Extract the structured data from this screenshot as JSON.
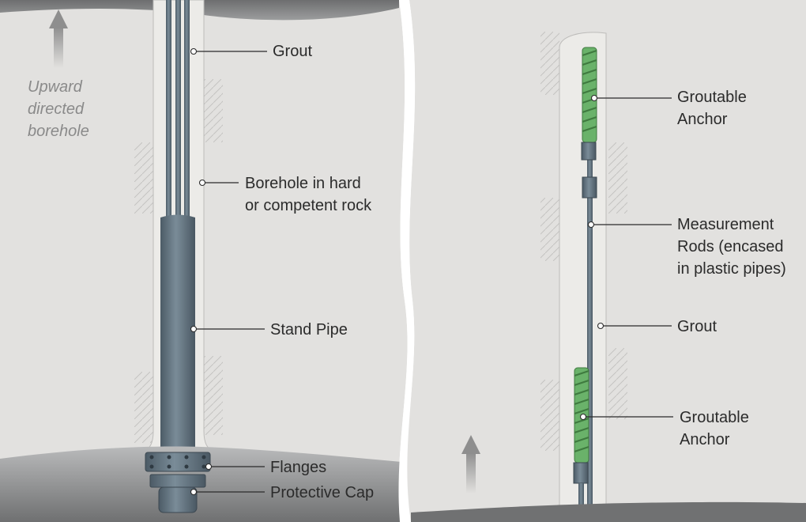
{
  "left_panel": {
    "note_lines": [
      "Upward",
      "directed",
      "borehole"
    ],
    "labels": {
      "grout": "Grout",
      "borehole_1": "Borehole in hard",
      "borehole_2": "or competent rock",
      "stand_pipe": "Stand Pipe",
      "flanges": "Flanges",
      "protective_cap": "Protective Cap"
    }
  },
  "right_panel": {
    "labels": {
      "anchor_top_1": "Groutable",
      "anchor_top_2": "Anchor",
      "rods_1": "Measurement",
      "rods_2": "Rods (encased",
      "rods_3": "in plastic pipes)",
      "grout": "Grout",
      "anchor_bottom_1": "Groutable",
      "anchor_bottom_2": "Anchor"
    }
  },
  "colors": {
    "rock": "#e2e1df",
    "grout": "#ecebe8",
    "pipe": "#6a7b87",
    "pipe_dark": "#4e5d68",
    "anchor": "#6ab26a",
    "ground": "#8f9091",
    "arrow": "#9a9a9a"
  }
}
